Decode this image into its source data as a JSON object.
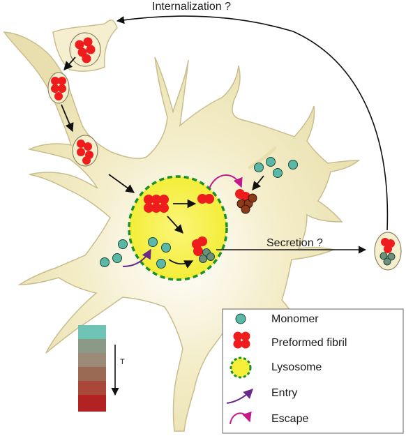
{
  "labels": {
    "internalization": "Internalization ?",
    "secretion": "Secretion ?"
  },
  "legend": {
    "items": [
      {
        "label": "Monomer"
      },
      {
        "label": "Preformed fibril"
      },
      {
        "label": "Lysosome"
      },
      {
        "label": "Entry"
      },
      {
        "label": "Escape"
      }
    ]
  },
  "time_scale": {
    "label": "T",
    "colors": [
      "#6ec3b4",
      "#8a9a87",
      "#9a8a77",
      "#9a6a55",
      "#a8473a",
      "#b22222"
    ]
  },
  "colors": {
    "cell_fill": "#efe6b8",
    "cell_stroke": "#c8bd8c",
    "monomer_fill": "#5cb8a6",
    "fibril_fill": "#ee1c1c",
    "lysosome_fill": "#f6ef3a",
    "lysosome_border": "#1a8f2a",
    "entry_arrow": "#6a2a8a",
    "escape_arrow": "#c21a8a",
    "aggregate_fill": "#8b3a1a"
  }
}
